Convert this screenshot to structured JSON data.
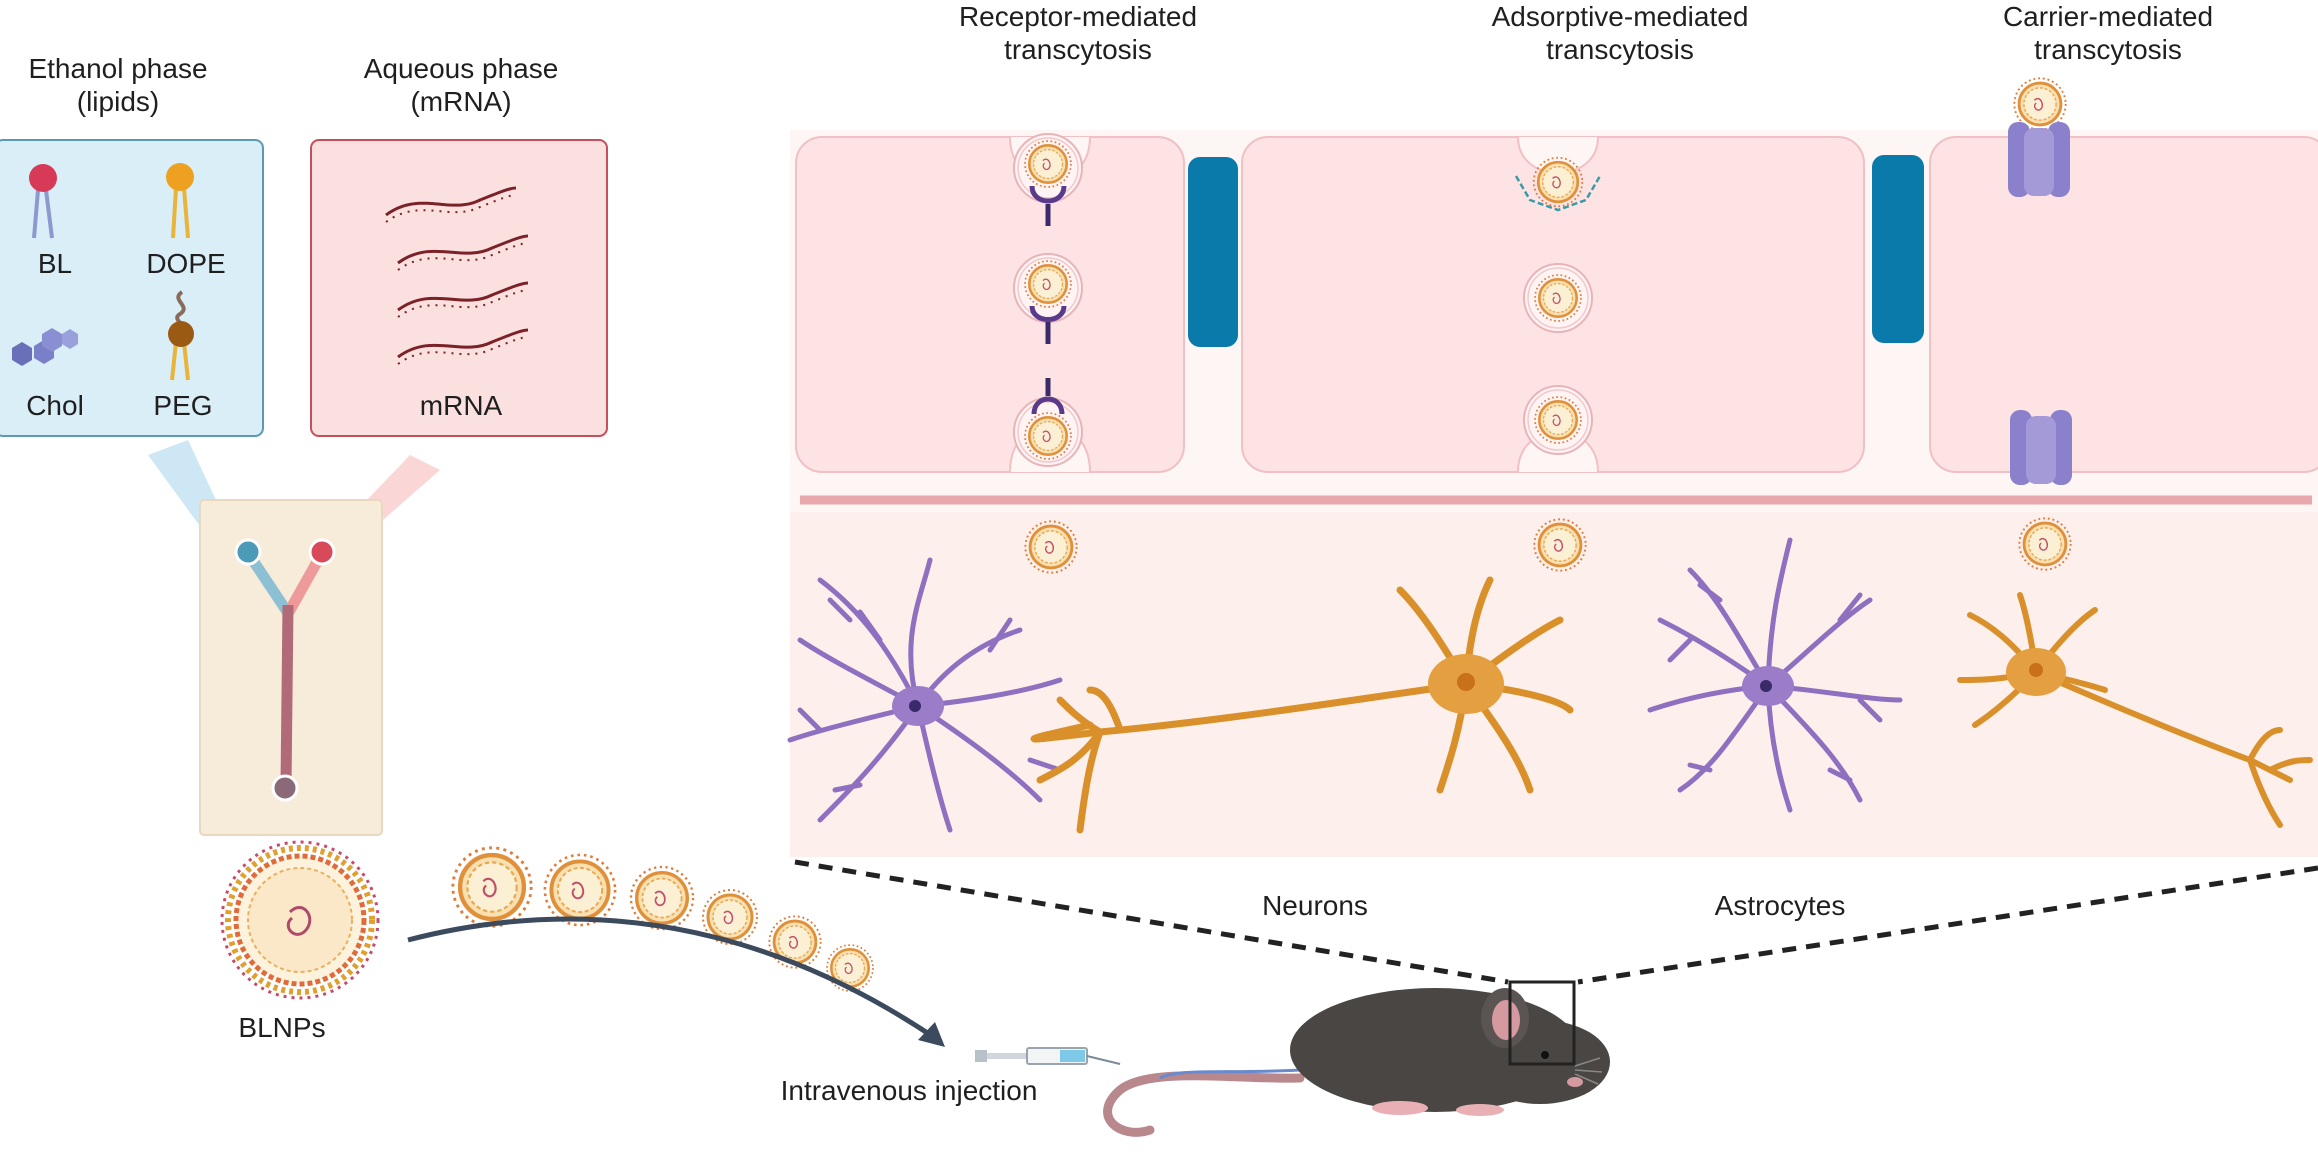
{
  "diagram": {
    "ethanol_phase": {
      "title_line1": "Ethanol phase",
      "title_line2": "(lipids)"
    },
    "aqueous_phase": {
      "title_line1": "Aqueous phase",
      "title_line2": "(mRNA)"
    },
    "lipids": {
      "bl": "BL",
      "dope": "DOPE",
      "chol": "Chol",
      "peg": "PEG"
    },
    "mrna_label": "mRNA",
    "nanoparticle_label": "BLNPs",
    "injection_label": "Intravenous injection",
    "pathways": {
      "receptor": {
        "line1": "Receptor-mediated",
        "line2": "transcytosis"
      },
      "adsorptive": {
        "line1": "Adsorptive-mediated",
        "line2": "transcytosis"
      },
      "carrier": {
        "line1": "Carrier-mediated",
        "line2": "transcytosis"
      }
    },
    "cell_labels": {
      "neurons": "Neurons",
      "astrocytes": "Astrocytes"
    },
    "colors": {
      "ethanol_panel": "#d9eef7",
      "ethanol_border": "#5a9ab5",
      "aqueous_panel": "#fbe0e0",
      "aqueous_border": "#c6505a",
      "endothelium": "#fde3e3",
      "brain_tissue": "#fdf0ec",
      "tight_junction": "#0a7aab",
      "astrocyte": "#8e6fc0",
      "neuron": "#d9902a",
      "mrna": "#7a2228",
      "arrow": "#3b4a5c",
      "mouse": "#4a4644",
      "transporter": "#8a80cc"
    }
  }
}
